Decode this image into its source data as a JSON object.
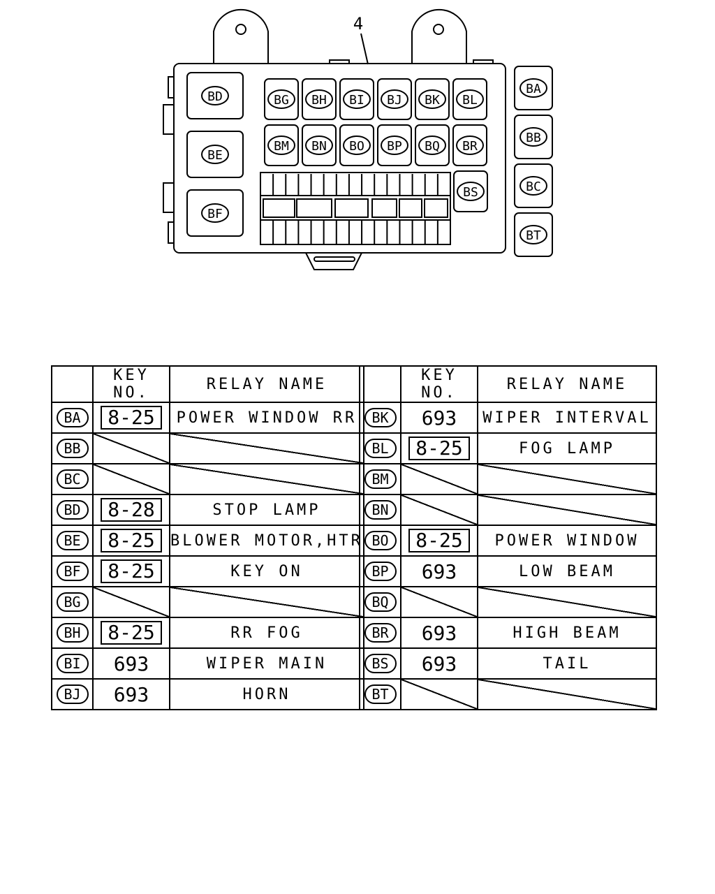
{
  "diagram": {
    "callout": "4",
    "main_relays": [
      "BD",
      "BE",
      "BF"
    ],
    "relays_row1": [
      "BG",
      "BH",
      "BI",
      "BJ",
      "BK",
      "BL"
    ],
    "relays_row2": [
      "BM",
      "BN",
      "BO",
      "BP",
      "BQ",
      "BR"
    ],
    "relay_bs": "BS",
    "side_relays": [
      "BA",
      "BB",
      "BC",
      "BT"
    ]
  },
  "table": {
    "headers": {
      "key_no": "KEY NO.",
      "relay_name": "RELAY NAME"
    },
    "left_rows": [
      {
        "id": "BA",
        "key": "8-25",
        "boxed": true,
        "name": "POWER WINDOW RR"
      },
      {
        "id": "BB",
        "key": "",
        "boxed": false,
        "name": ""
      },
      {
        "id": "BC",
        "key": "",
        "boxed": false,
        "name": ""
      },
      {
        "id": "BD",
        "key": "8-28",
        "boxed": true,
        "name": "STOP LAMP"
      },
      {
        "id": "BE",
        "key": "8-25",
        "boxed": true,
        "name": "BLOWER MOTOR,HTR"
      },
      {
        "id": "BF",
        "key": "8-25",
        "boxed": true,
        "name": "KEY ON"
      },
      {
        "id": "BG",
        "key": "",
        "boxed": false,
        "name": ""
      },
      {
        "id": "BH",
        "key": "8-25",
        "boxed": true,
        "name": "RR FOG"
      },
      {
        "id": "BI",
        "key": "693",
        "boxed": false,
        "name": "WIPER MAIN"
      },
      {
        "id": "BJ",
        "key": "693",
        "boxed": false,
        "name": "HORN"
      }
    ],
    "right_rows": [
      {
        "id": "BK",
        "key": "693",
        "boxed": false,
        "name": "WIPER INTERVAL"
      },
      {
        "id": "BL",
        "key": "8-25",
        "boxed": true,
        "name": "FOG LAMP"
      },
      {
        "id": "BM",
        "key": "",
        "boxed": false,
        "name": ""
      },
      {
        "id": "BN",
        "key": "",
        "boxed": false,
        "name": ""
      },
      {
        "id": "BO",
        "key": "8-25",
        "boxed": true,
        "name": "POWER WINDOW"
      },
      {
        "id": "BP",
        "key": "693",
        "boxed": false,
        "name": "LOW BEAM"
      },
      {
        "id": "BQ",
        "key": "",
        "boxed": false,
        "name": ""
      },
      {
        "id": "BR",
        "key": "693",
        "boxed": false,
        "name": "HIGH BEAM"
      },
      {
        "id": "BS",
        "key": "693",
        "boxed": false,
        "name": "TAIL"
      },
      {
        "id": "BT",
        "key": "",
        "boxed": false,
        "name": ""
      }
    ]
  }
}
